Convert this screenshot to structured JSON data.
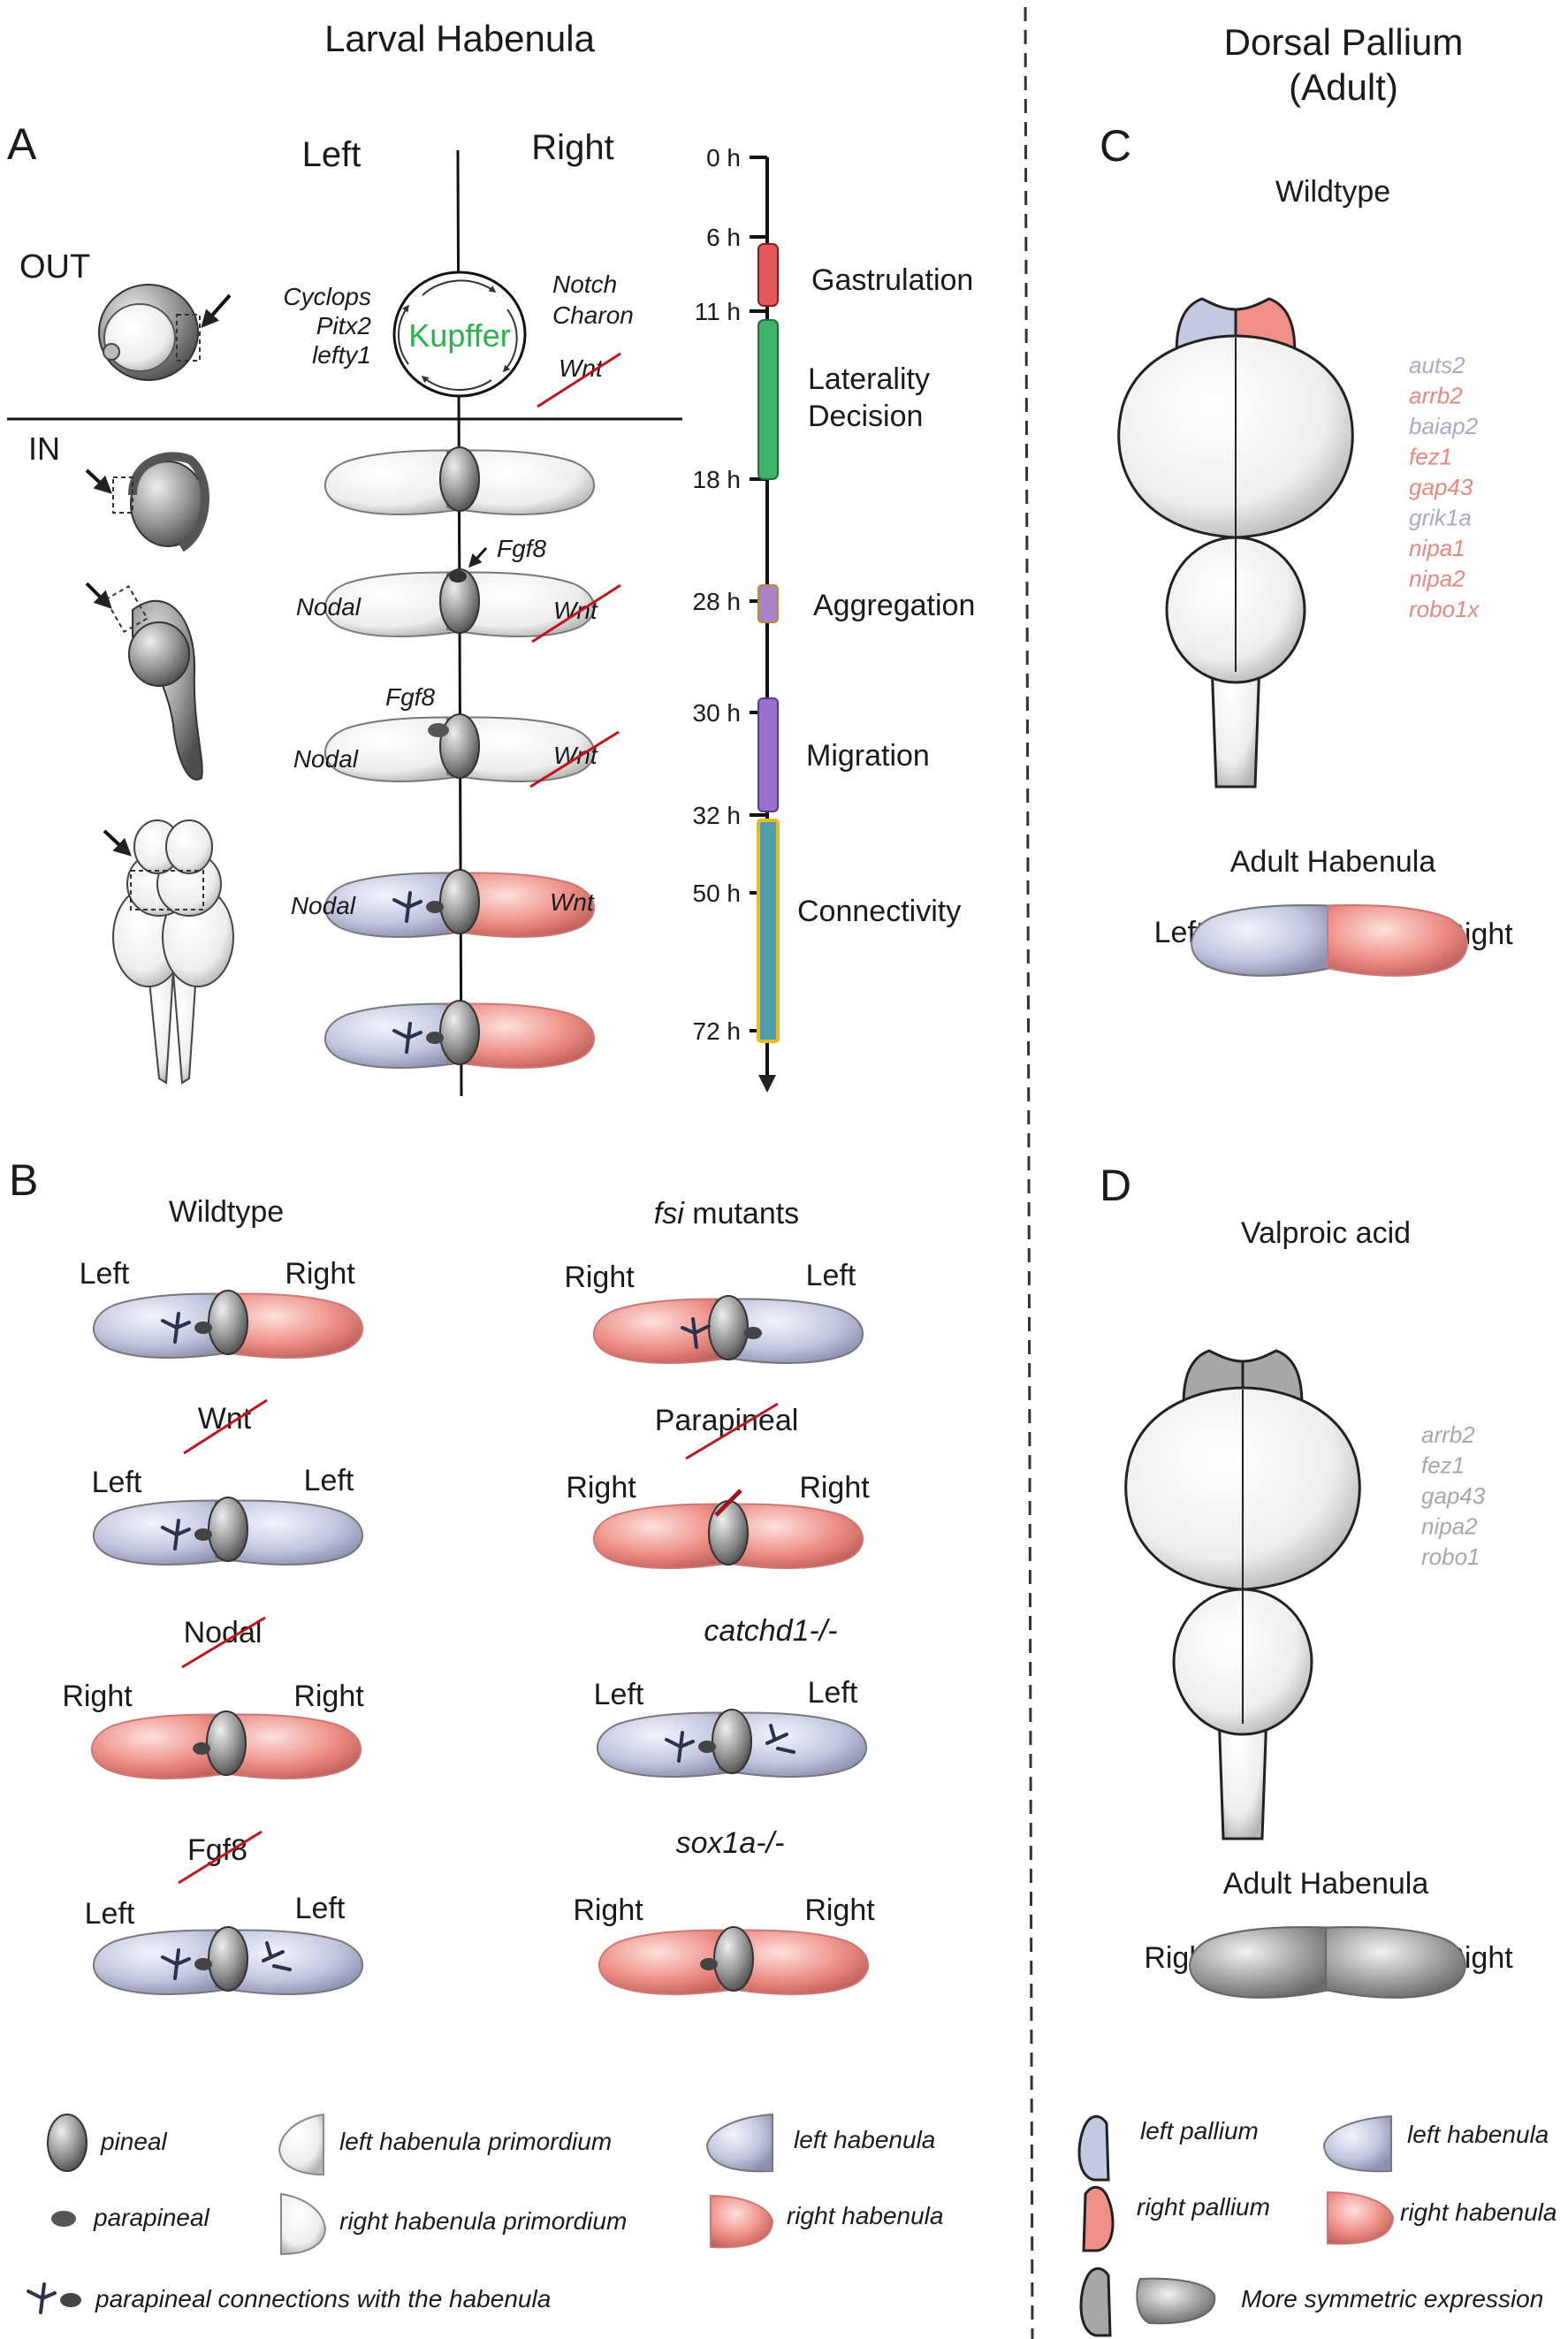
{
  "headers": {
    "larval": "Larval Habenula",
    "dorsal_line1": "Dorsal Pallium",
    "dorsal_line2": "(Adult)"
  },
  "panels": {
    "a": "A",
    "b": "B",
    "c": "C",
    "d": "D"
  },
  "panel_a": {
    "col_left": "Left",
    "col_right": "Right",
    "out": "OUT",
    "in": "IN",
    "kupffer": "Kupffer",
    "left_genes": [
      "Cyclops",
      "Pitx2",
      "lefty1"
    ],
    "right_genes": [
      "Notch",
      "Charon"
    ],
    "wnt": "Wnt",
    "fgf8": "Fgf8",
    "nodal": "Nodal"
  },
  "timeline": {
    "hours": [
      "0 h",
      "6 h",
      "11 h",
      "18 h",
      "28 h",
      "30 h",
      "32 h",
      "50 h",
      "72 h"
    ],
    "gastrulation": "Gastrulation",
    "laterality_1": "Laterality",
    "laterality_2": "Decision",
    "aggregation": "Aggregation",
    "migration": "Migration",
    "connectivity": "Connectivity"
  },
  "panel_b": {
    "wildtype": "Wildtype",
    "fsi_italic": "fsi",
    "fsi_rest": " mutants",
    "parapineal": "Parapineal",
    "catchd1": "catchd1-/-",
    "sox1a": "sox1a-/-",
    "wnt": "Wnt",
    "nodal": "Nodal",
    "fgf8": "Fgf8",
    "left": "Left",
    "right": "Right"
  },
  "panel_c": {
    "wildtype": "Wildtype",
    "genes": [
      {
        "name": "auts2",
        "color": "#a6abc6"
      },
      {
        "name": "arrb2",
        "color": "#e8877e"
      },
      {
        "name": "baiap2",
        "color": "#a6abc6"
      },
      {
        "name": "fez1",
        "color": "#e8877e"
      },
      {
        "name": "gap43",
        "color": "#e8877e"
      },
      {
        "name": "grik1a",
        "color": "#a6abc6"
      },
      {
        "name": "nipa1",
        "color": "#e8877e"
      },
      {
        "name": "nipa2",
        "color": "#e8877e"
      },
      {
        "name": "robo1x",
        "color": "#e8877e"
      }
    ],
    "adult_habenula": "Adult Habenula",
    "left": "Left",
    "right": "Right"
  },
  "panel_d": {
    "title": "Valproic acid",
    "genes": [
      "arrb2",
      "fez1",
      "gap43",
      "nipa2",
      "robo1"
    ],
    "adult_habenula": "Adult Habenula",
    "right_1": "Right",
    "right_2": "Right"
  },
  "legend": {
    "pineal": "pineal",
    "parapineal": "parapineal",
    "connections": "parapineal connections with the habenula",
    "left_primordium": "left habenula primordium",
    "right_primordium": "right habenula primordium",
    "left_habenula": "left habenula",
    "right_habenula": "right habenula",
    "left_pallium": "left pallium",
    "right_pallium": "right pallium",
    "left_habenula_2": "left habenula",
    "right_habenula_2": "right habenula",
    "symmetric": "More symmetric expression"
  },
  "colors": {
    "left_habenula": "#c4c8e0",
    "right_habenula": "#ee9088",
    "gray_symmetric": "#a7a7a7",
    "gastrulation": "#e05a5a",
    "laterality": "#3fb36b",
    "aggregation": "#a882c9",
    "migration": "#9b70cc",
    "connectivity_fill": "#4f9eae",
    "connectivity_edge": "#e7b923",
    "strike": "#c0141c",
    "kupffer": "#26b34a"
  }
}
